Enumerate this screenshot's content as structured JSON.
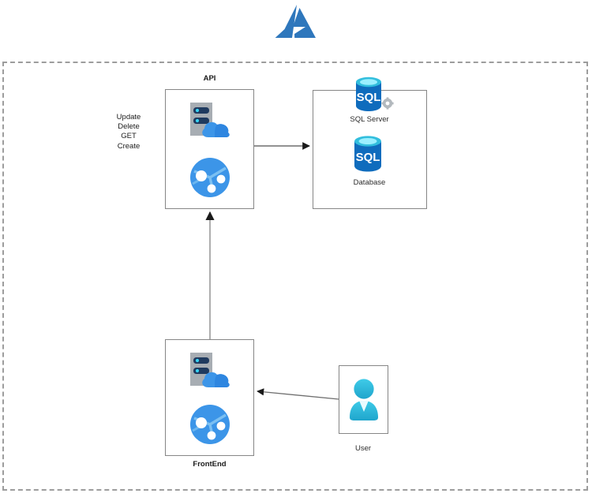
{
  "diagram": {
    "title_logo": "azure-logo",
    "boundary": {
      "name": "azure-subscription-boundary",
      "style": "dashed"
    },
    "colors": {
      "azure_blue": "#2E77BC",
      "icon_blue": "#0F6CBD",
      "icon_blue_light": "#39A0ED",
      "sql_blue": "#0078D4",
      "sql_top_cyan": "#50E6FF",
      "user_cyan": "#32BEDD",
      "server_gray": "#A0A6AB",
      "server_dark": "#1F3A5F",
      "box_border": "#868686",
      "dash_border": "#9D9D9D",
      "text": "#1A1A1A"
    },
    "nodes": [
      {
        "id": "api",
        "label": "API",
        "label_position": "above",
        "icons": [
          "cloud-service-icon",
          "network-globe-icon"
        ]
      },
      {
        "id": "sql",
        "label": "",
        "label_position": "none",
        "icons": [
          "sql-server-icon",
          "sql-database-icon"
        ],
        "inner_labels": [
          "SQL Server",
          "Database"
        ]
      },
      {
        "id": "frontend",
        "label": "FrontEnd",
        "label_position": "below",
        "icons": [
          "cloud-service-icon",
          "network-globe-icon"
        ]
      },
      {
        "id": "user",
        "label": "User",
        "label_position": "below",
        "icons": [
          "user-person-icon"
        ]
      }
    ],
    "sql_group": {
      "server_label": "SQL Server",
      "database_label": "Database",
      "cylinder_text": "SQL"
    },
    "api_operations": {
      "items": [
        "Update",
        "Delete",
        "GET",
        "Create"
      ]
    },
    "connectors": [
      {
        "name": "api-to-sql-arrow",
        "from": "api",
        "to": "sql",
        "direction": "right"
      },
      {
        "name": "frontend-to-api-arrow",
        "from": "frontend",
        "to": "api",
        "direction": "up"
      },
      {
        "name": "user-to-frontend-arrow",
        "from": "user",
        "to": "frontend",
        "direction": "left"
      }
    ]
  }
}
